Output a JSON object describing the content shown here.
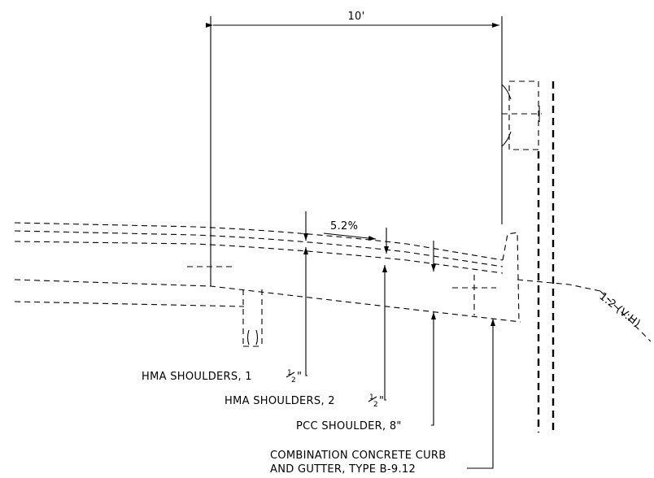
{
  "dimension": {
    "width_label": "10'"
  },
  "slope": {
    "label": "5.2%"
  },
  "side_slope": {
    "label": "1:2 (V:H)"
  },
  "callouts": {
    "hma_1": {
      "text": "HMA SHOULDERS, 1",
      "fraction_num": "1",
      "fraction_den": "2",
      "unit": "\""
    },
    "hma_2": {
      "text": "HMA SHOULDERS, 2",
      "fraction_num": "1",
      "fraction_den": "2",
      "unit": "\""
    },
    "pcc": {
      "text": "PCC SHOULDER, 8\""
    },
    "curb": {
      "line1": "COMBINATION CONCRETE CURB",
      "line2": "AND GUTTER, TYPE B-9.12"
    }
  }
}
